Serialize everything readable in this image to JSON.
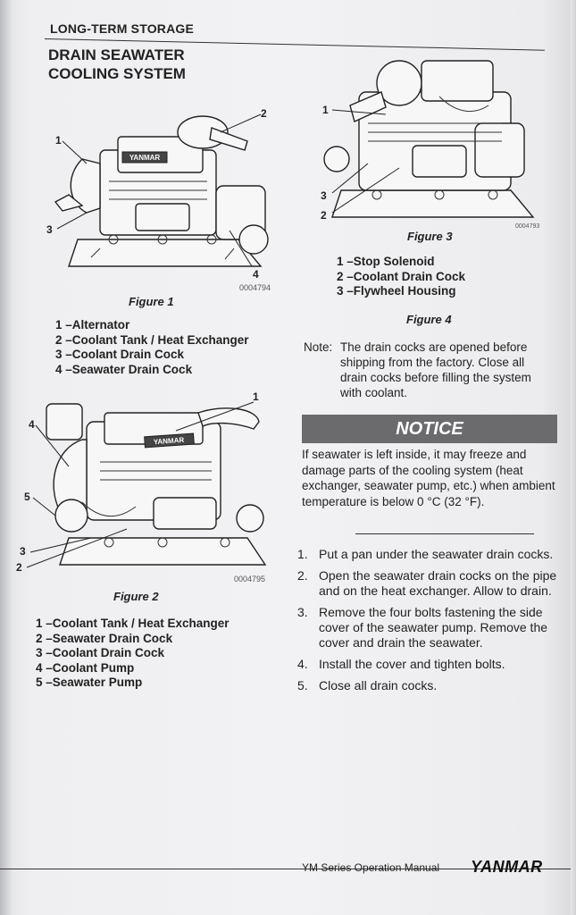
{
  "header": {
    "section": "LONG-TERM STORAGE"
  },
  "title": {
    "line1": "DRAIN SEAWATER",
    "line2": "COOLING SYSTEM"
  },
  "figure1": {
    "caption": "Figure 1",
    "image_number": "0004794",
    "callouts": [
      "1",
      "2",
      "3",
      "4"
    ],
    "legend": [
      "1 –Alternator",
      "2 –Coolant Tank / Heat Exchanger",
      "3 –Coolant Drain Cock",
      "4 –Seawater Drain Cock"
    ]
  },
  "figure2": {
    "caption": "Figure 2",
    "image_number": "0004795",
    "callouts": [
      "1",
      "4",
      "5",
      "3",
      "2"
    ],
    "legend": [
      "1 –Coolant Tank / Heat Exchanger",
      "2 –Seawater Drain Cock",
      "3 –Coolant Drain Cock",
      "4 –Coolant Pump",
      "5 –Seawater Pump"
    ]
  },
  "figure3": {
    "caption": "Figure 3",
    "image_number": "0004793",
    "callouts": [
      "1",
      "3",
      "2"
    ],
    "legend": [
      "1 –Stop Solenoid",
      "2 –Coolant Drain Cock",
      "3 –Flywheel Housing"
    ]
  },
  "figure4": {
    "caption": "Figure 4"
  },
  "note": {
    "label": "Note:",
    "text": "The drain cocks are opened before shipping from the factory. Close all drain cocks before filling the system with coolant."
  },
  "notice": {
    "title": "NOTICE",
    "text": "If seawater is left inside, it may freeze and damage parts of the cooling system (heat exchanger, seawater pump, etc.) when ambient temperature is below 0 °C (32 °F)."
  },
  "steps": [
    {
      "num": "1.",
      "text": "Put a pan under the seawater drain cocks."
    },
    {
      "num": "2.",
      "text": "Open the seawater drain cocks on the pipe and on the heat exchanger. Allow to drain."
    },
    {
      "num": "3.",
      "text": "Remove the four bolts fastening the side cover of the seawater pump. Remove the cover and drain the seawater."
    },
    {
      "num": "4.",
      "text": "Install the cover and tighten bolts."
    },
    {
      "num": "5.",
      "text": "Close all drain cocks."
    }
  ],
  "footer": {
    "manual": "YM Series Operation Manual",
    "brand": "YANMAR"
  },
  "engine_logo": "YANMAR"
}
